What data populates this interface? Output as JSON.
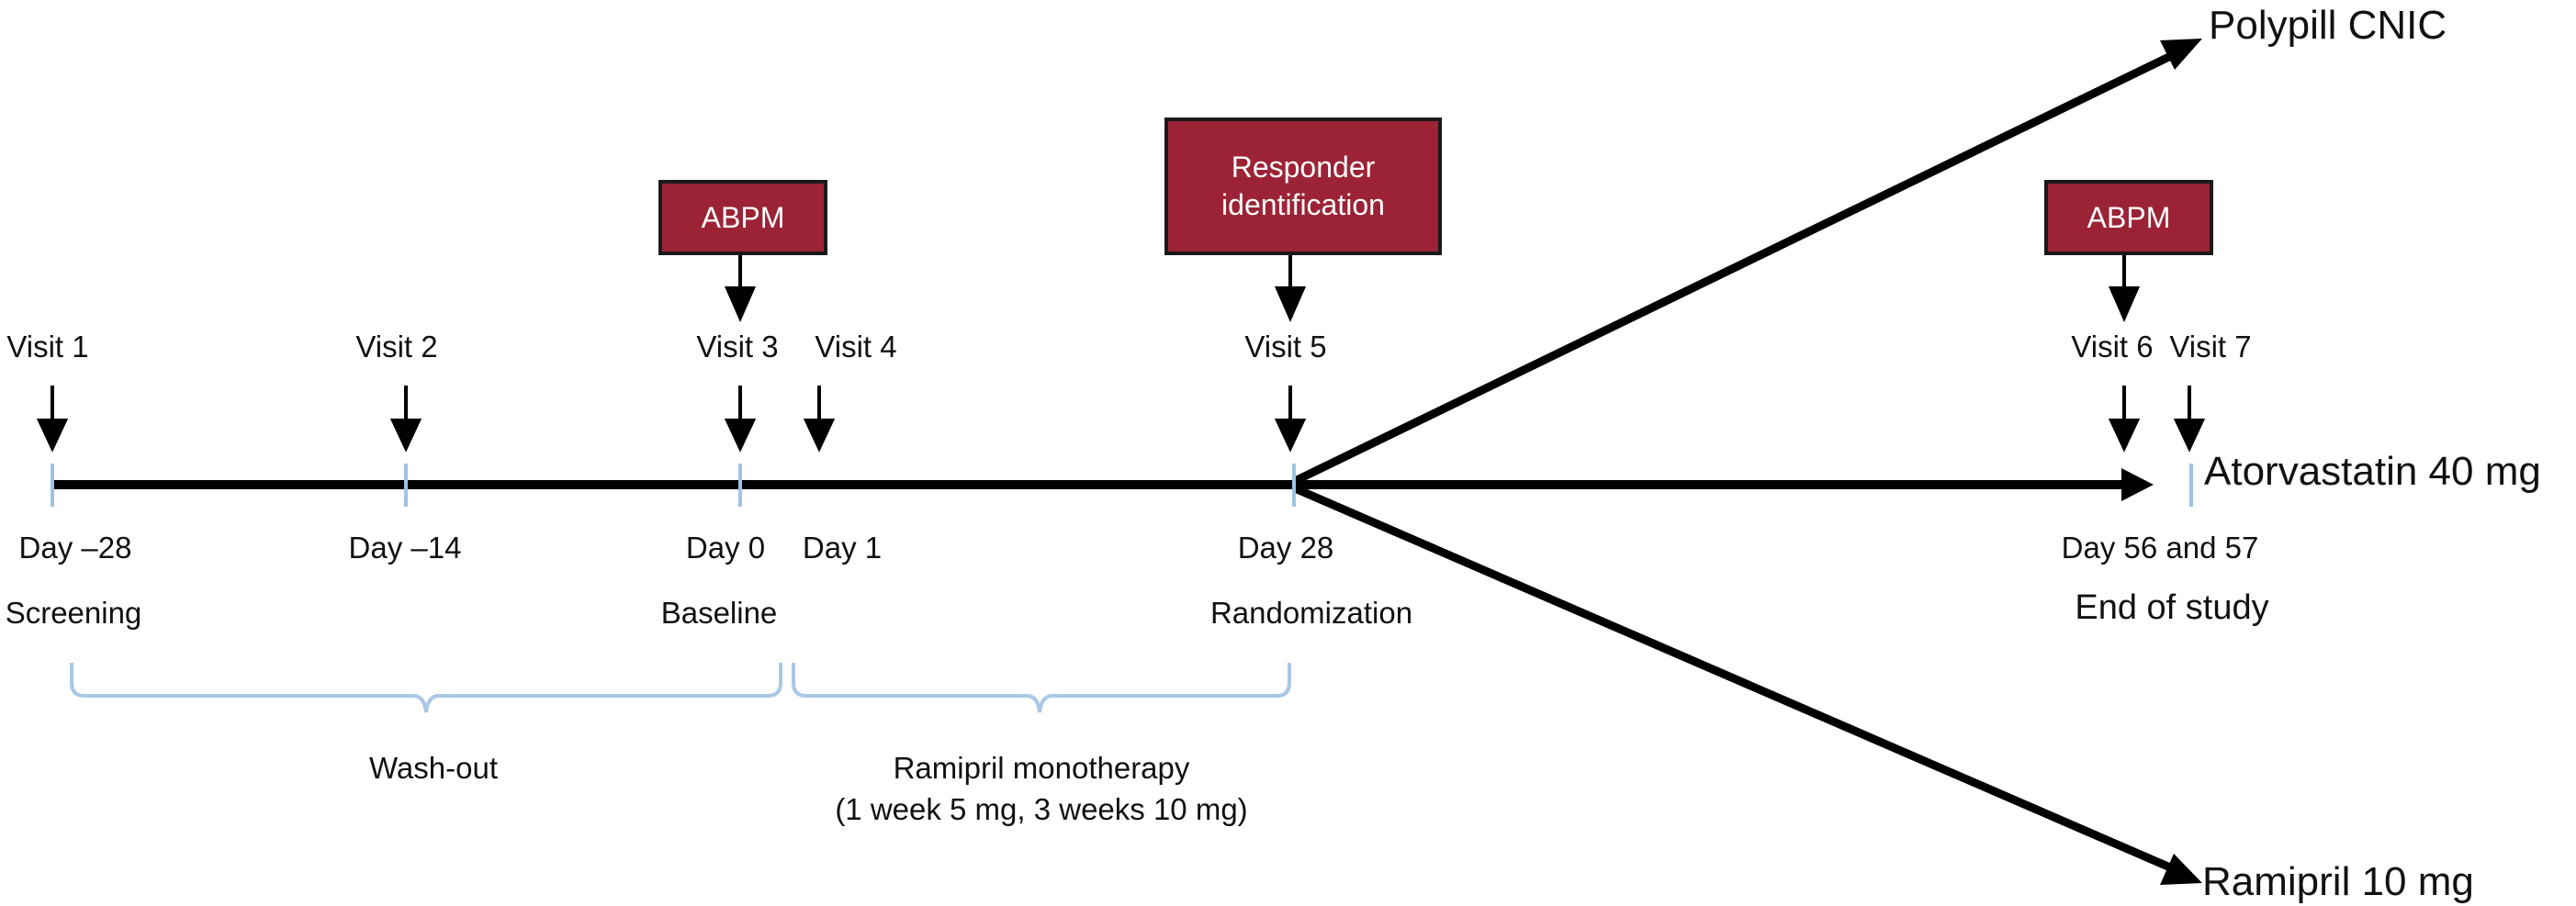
{
  "boxes": {
    "abpm_baseline": "ABPM",
    "responder_line1": "Responder",
    "responder_line2": "identification",
    "abpm_end": "ABPM"
  },
  "visits": [
    "Visit 1",
    "Visit 2",
    "Visit 3",
    "Visit 4",
    "Visit 5",
    "Visit 6",
    "Visit 7"
  ],
  "days": [
    "Day –28",
    "Day –14",
    "Day 0",
    "Day 1",
    "Day 28",
    "Day 56 and 57"
  ],
  "phases": {
    "screening": "Screening",
    "baseline": "Baseline",
    "randomization": "Randomization",
    "end_of_study": "End of study"
  },
  "arms": {
    "polypill": "Polypill CNIC",
    "atorvastatin": "Atorvastatin 40 mg",
    "ramipril": "Ramipril 10 mg"
  },
  "periods": {
    "washout": "Wash-out",
    "ramipril_line1": "Ramipril monotherapy",
    "ramipril_line2": "(1 week 5 mg, 3 weeks 10 mg)"
  },
  "colors": {
    "box_fill": "#9b2335",
    "box_border": "#1a1a1a",
    "tick_color": "#9ec3e3",
    "bracket_color": "#a8c8e6",
    "line_color": "#000000"
  }
}
